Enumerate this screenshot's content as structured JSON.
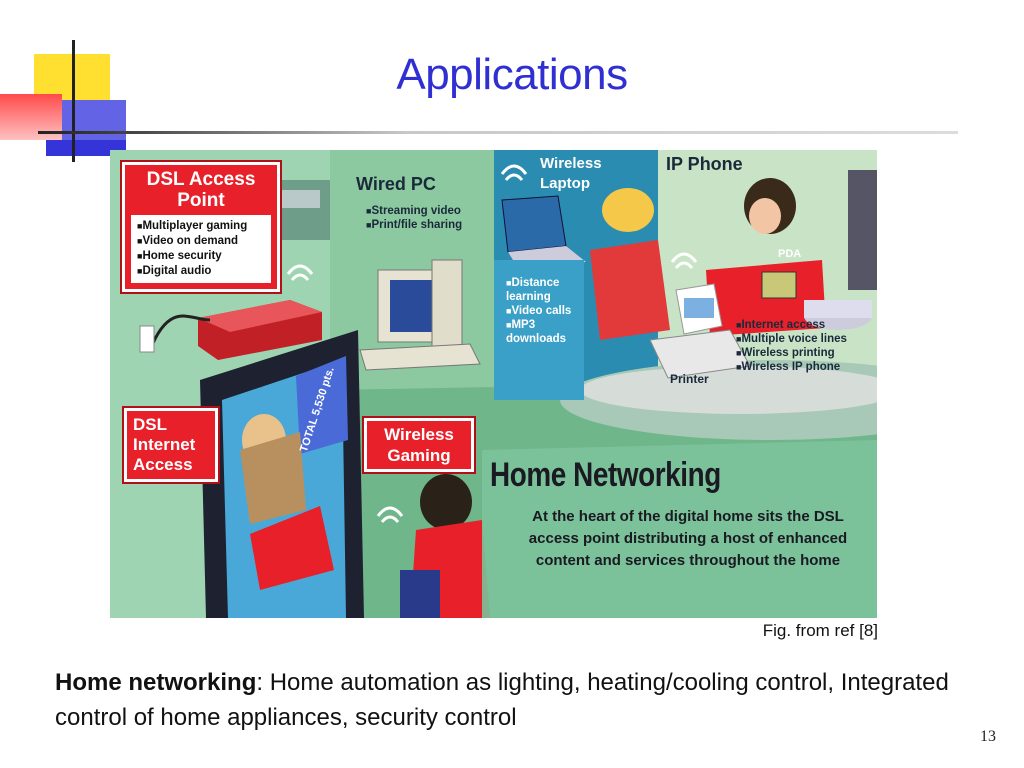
{
  "slide": {
    "title": "Applications",
    "page_number": "13"
  },
  "figure": {
    "dsl_access_point": {
      "title": "DSL Access Point",
      "items": [
        "Multiplayer gaming",
        "Video on demand",
        "Home security",
        "Digital audio"
      ]
    },
    "dsl_internet_access": "DSL Internet Access",
    "wired_pc": {
      "title": "Wired PC",
      "items": [
        "Streaming video",
        "Print/file sharing"
      ]
    },
    "wireless_laptop": {
      "title": "Wireless Laptop",
      "items": [
        "Distance learning",
        "Video calls",
        "MP3 downloads"
      ]
    },
    "ip_phone": {
      "title": "IP Phone",
      "items": [
        "Internet access",
        "Multiple voice lines",
        "Wireless printing",
        "Wireless IP phone"
      ]
    },
    "pda": "PDA",
    "printer": "Printer",
    "wireless_gaming": "Wireless Gaming",
    "tv_screen_text": "TOTAL 5,530 pts.",
    "home_networking_title": "Home Networking",
    "home_networking_text": "At the heart of the digital home sits the DSL access point distributing a host of enhanced content and services throughout the home",
    "caption": "Fig. from ref [8]"
  },
  "body": {
    "lead": "Home networking",
    "text": ": Home automation as lighting, heating/cooling control, Integrated control of home appliances, security control"
  },
  "colors": {
    "title": "#2f2fd2",
    "callout_red": "#e8202a",
    "figure_green": "#7fc69a"
  }
}
